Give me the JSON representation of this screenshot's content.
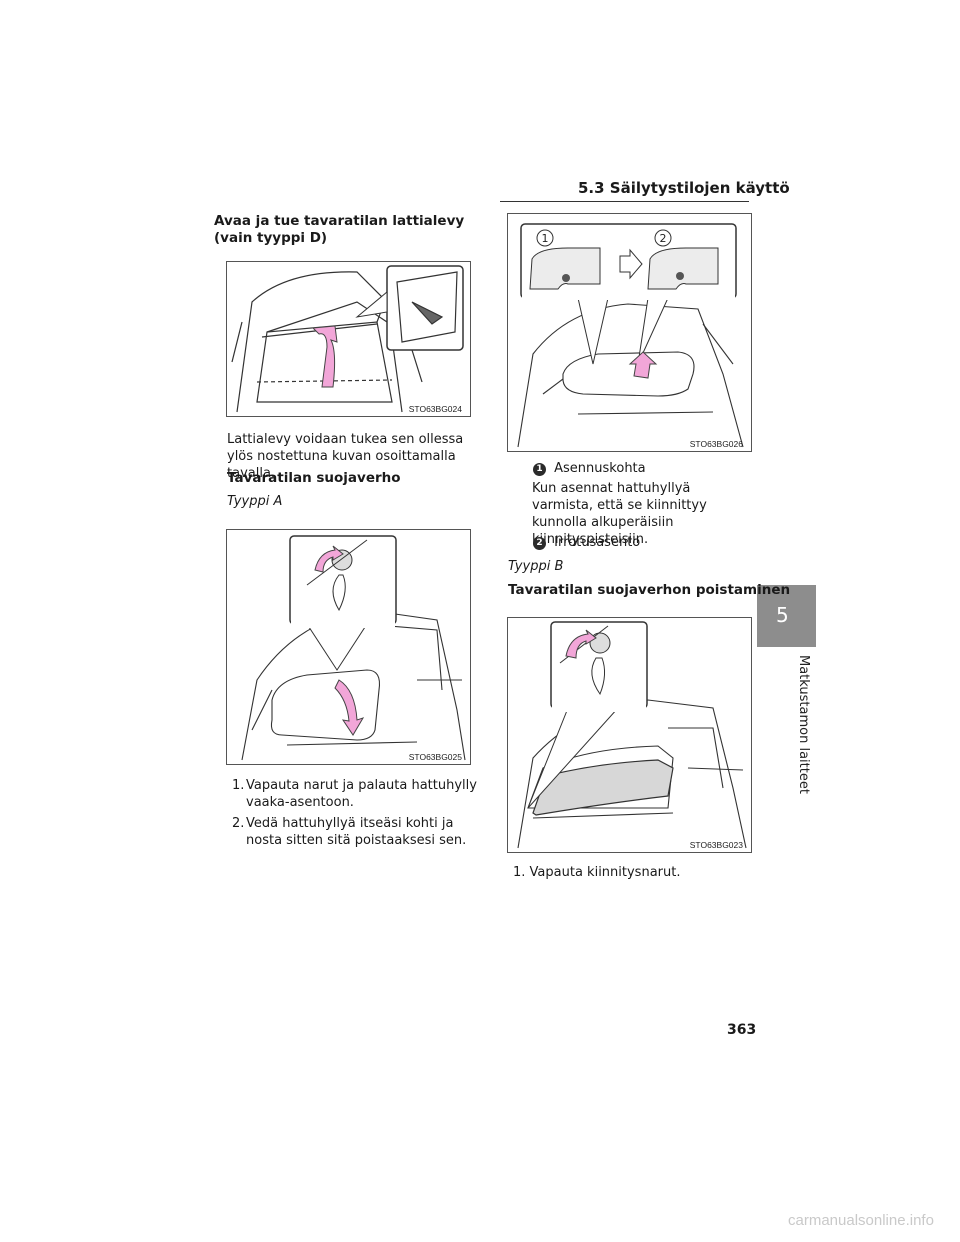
{
  "header": {
    "section_title": "5.3 Säilytystilojen käyttö"
  },
  "side_tab": {
    "number": "5",
    "label": "Matkustamon laitteet"
  },
  "left": {
    "heading1": "Avaa ja tue tavaratilan lattialevy (vain tyyppi D)",
    "fig1_code": "STO63BG024",
    "para1": "Lattialevy voidaan tukea sen ollessa ylös nostettuna kuvan osoittamalla tavalla.",
    "heading2": "Tavaratilan suojaverho",
    "type_a": "Tyyppi A",
    "fig2_code": "STO63BG025",
    "steps": [
      {
        "num": "1.",
        "text": "Vapauta narut ja palauta hattuhylly vaaka-asentoon."
      },
      {
        "num": "2.",
        "text": "Vedä hattuhyllyä itseäsi kohti ja nosta sitten sitä poistaaksesi sen."
      }
    ]
  },
  "right": {
    "fig3_code": "STO63BG026",
    "fig3_labels": [
      "1",
      "2"
    ],
    "item1_num": "1",
    "item1_label": "Asennuskohta",
    "item1_desc": "Kun asennat hattuhyllyä varmista, että se kiinnittyy kunnolla alkuperäisiin kiinnityspisteisiin.",
    "item2_num": "2",
    "item2_label": "Irrotusasento",
    "type_b": "Tyyppi B",
    "heading3": "Tavaratilan suojaverhon poistaminen",
    "fig4_code": "STO63BG023",
    "step_b": {
      "num": "1.",
      "text": "Vapauta kiinnitysnarut."
    }
  },
  "footer": {
    "page_number": "363",
    "watermark": "carmanualsonline.info"
  },
  "colors": {
    "arrow_pink": "#f2a6d8",
    "tab_gray": "#8d8d8d"
  }
}
